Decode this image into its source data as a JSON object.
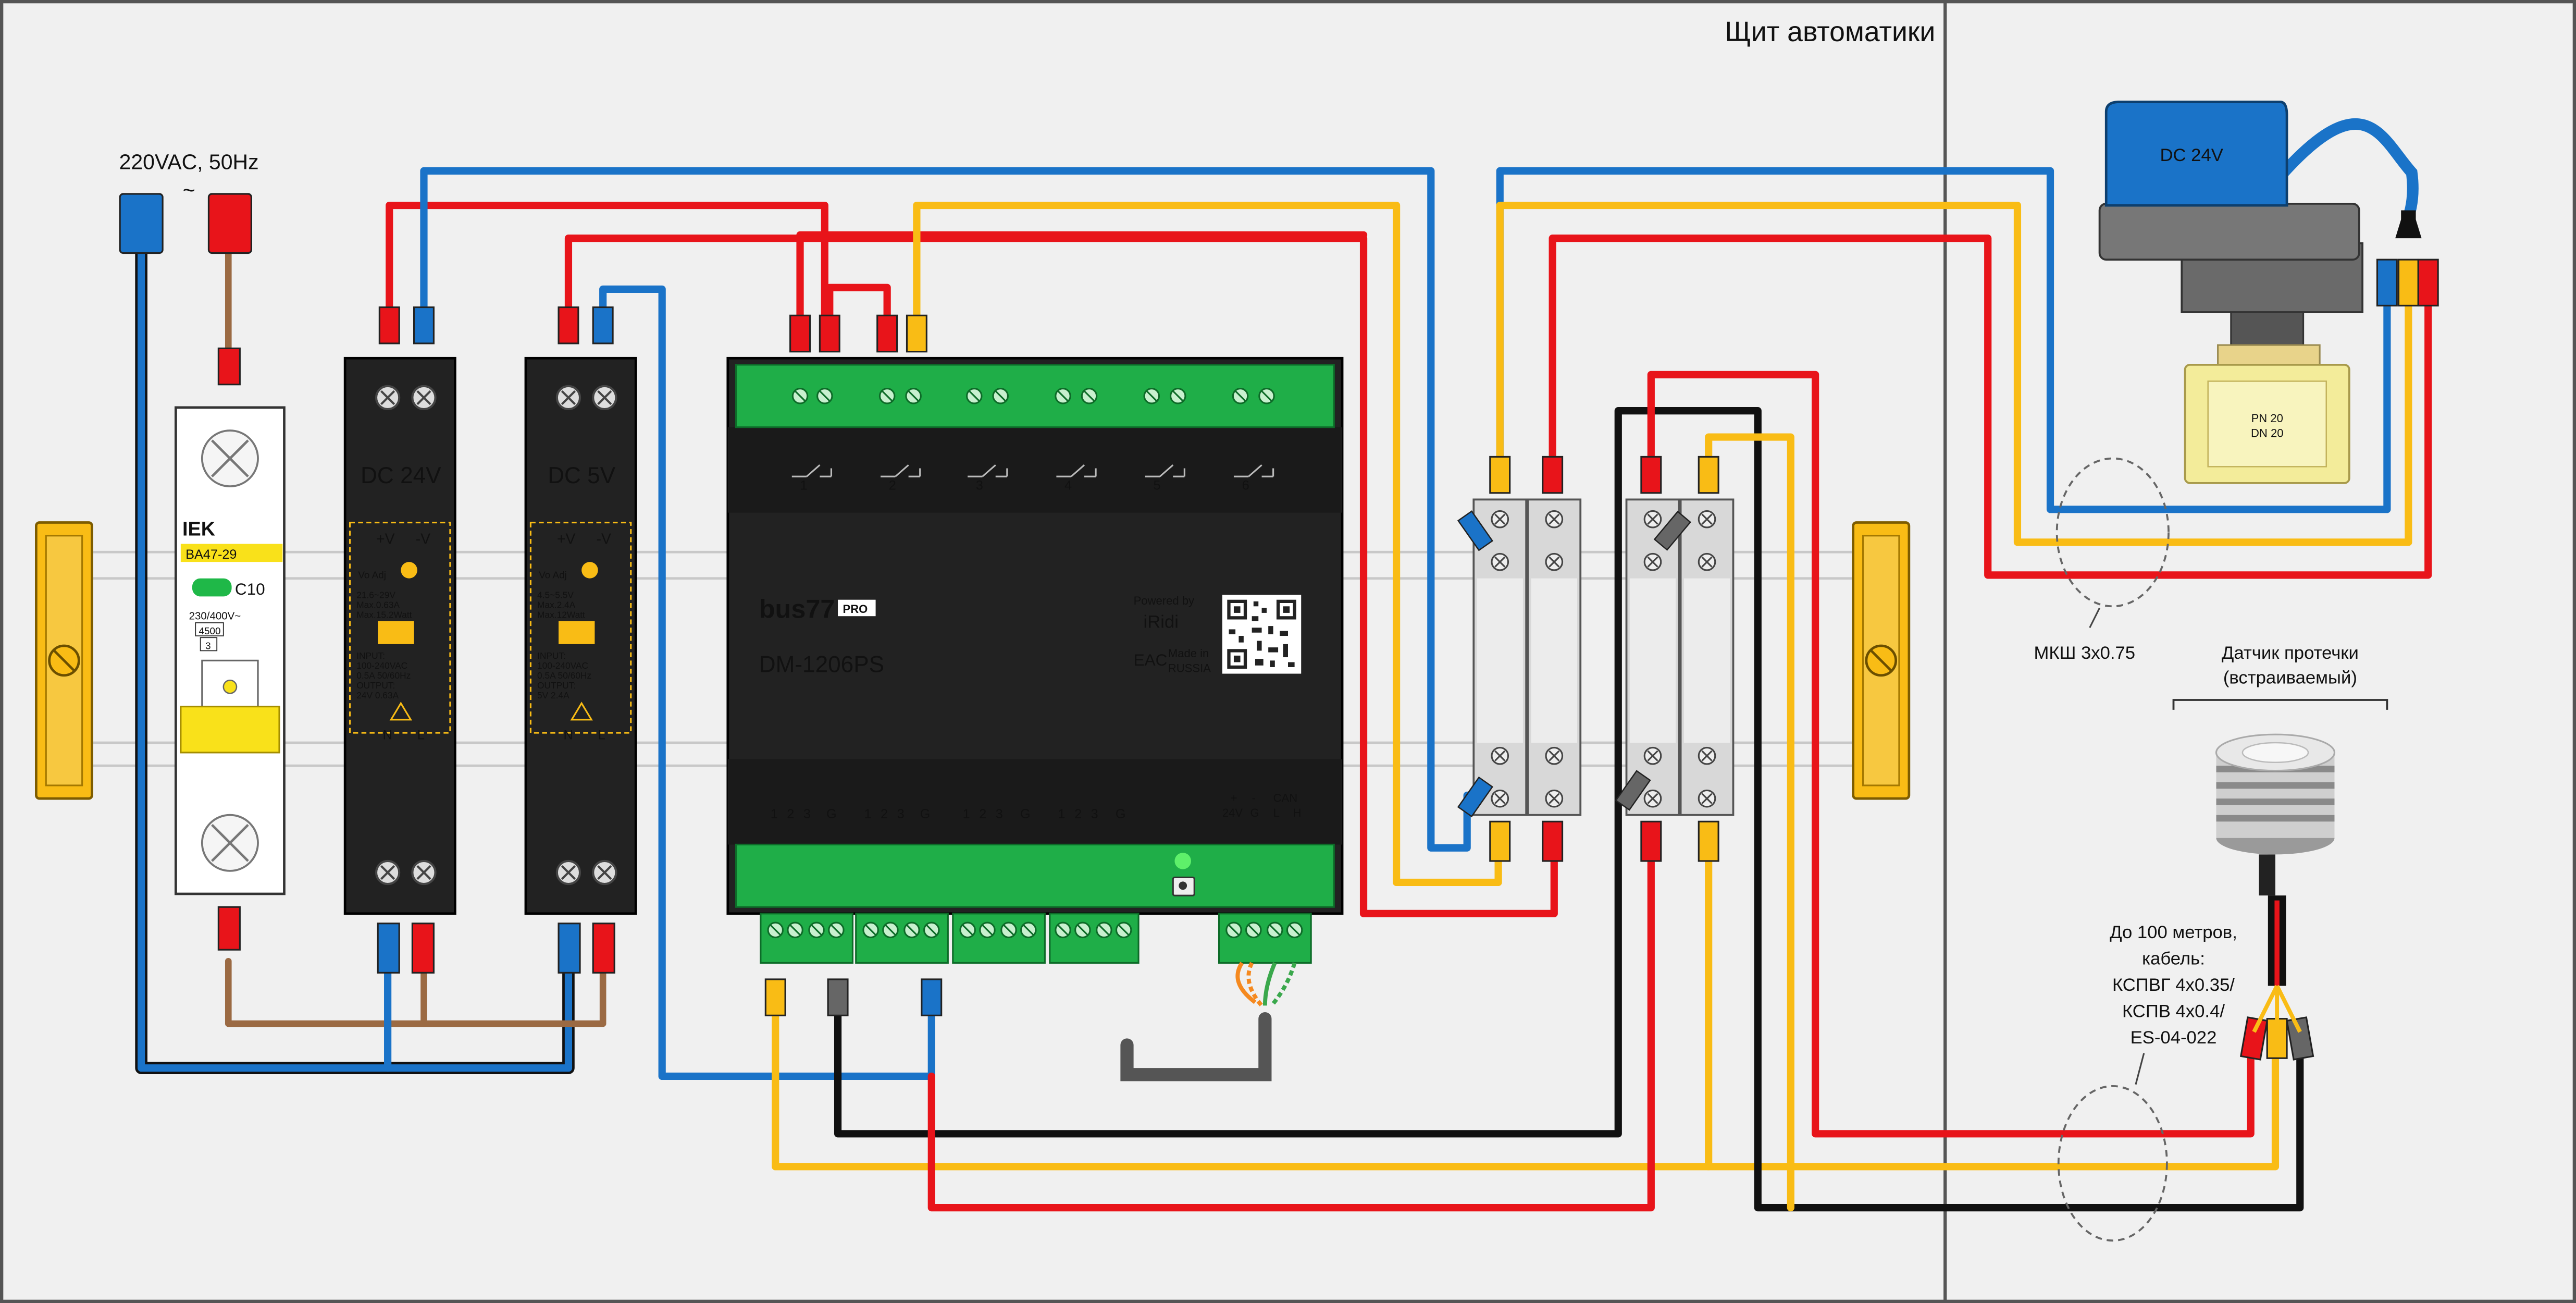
{
  "panel": {
    "title": "Щит автоматики"
  },
  "power": {
    "supply": "220VAC, 50Hz",
    "tilde": "~"
  },
  "breaker": {
    "brand": "IEK",
    "model": "BA47-29",
    "rating": "C10",
    "voltage": "230/400V~",
    "code1": "4500",
    "code2": "3"
  },
  "psu24": {
    "title": "DC 24V",
    "pv": "+V",
    "mv": "-V",
    "adj": "Vo Adj",
    "l1": "21.6~29V",
    "l2": "Max.0.63A",
    "l3": "Max.15.2Watt",
    "input": "INPUT:",
    "in1": "100-240VAC",
    "in2": "0.5A 50/60Hz",
    "output": "OUTPUT:",
    "out1": "24V 0.63A",
    "n": "N",
    "l": "L"
  },
  "psu5": {
    "title": "DC 5V",
    "pv": "+V",
    "mv": "-V",
    "adj": "Vo Adj",
    "l1": "4.5~5.5V",
    "l2": "Max.2.4A",
    "l3": "Max.12Watt",
    "input": "INPUT:",
    "in1": "100-240VAC",
    "in2": "0.5A 50/60Hz",
    "output": "OUTPUT:",
    "out1": "5V 2.4A",
    "n": "N",
    "l": "L"
  },
  "module": {
    "brand": "bus77",
    "pro": "PRO",
    "model": "DM-1206PS",
    "powered": "Powered by",
    "iridi": "iRidi",
    "made": "Made in",
    "russia": "RUSSIA",
    "eac": "EAC",
    "relays": [
      "1",
      "2",
      "3",
      "4",
      "5",
      "6"
    ],
    "inputs": [
      "1",
      "2",
      "3",
      "G",
      "1",
      "2",
      "3",
      "G",
      "1",
      "2",
      "3",
      "G",
      "1",
      "2",
      "3",
      "G"
    ],
    "bus_top": [
      "+",
      "-",
      "CAN"
    ],
    "bus_bottom": [
      "24V",
      "G",
      "L",
      "H"
    ]
  },
  "valve": {
    "label": "DC 24V",
    "pn": "PN 20",
    "dn": "DN 20"
  },
  "cable1": {
    "label": "МКШ 3x0.75"
  },
  "sensor": {
    "title1": "Датчик протечки",
    "title2": "(встраиваемый)"
  },
  "cable2": {
    "l1": "До 100 метров,",
    "l2": "кабель:",
    "l3": "КСПВГ 4x0.35/",
    "l4": "КСПВ 4x0.4/",
    "l5": "ES-04-022"
  },
  "colors": {
    "red": "#e8141a",
    "blue": "#1a73c8",
    "yellow": "#f9bc15",
    "black": "#111111",
    "brown": "#9b6a43",
    "panel": "#f0f0f0",
    "terminal_green": "#1fae48",
    "module_body": "#222222"
  }
}
